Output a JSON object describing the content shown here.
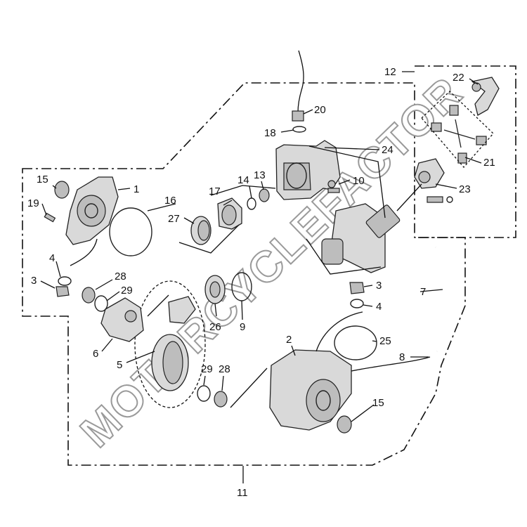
{
  "watermark": "MOTORCYCLEFACTOR",
  "labels": {
    "l1": "1",
    "l2": "2",
    "l3a": "3",
    "l3b": "3",
    "l4a": "4",
    "l4b": "4",
    "l5": "5",
    "l6": "6",
    "l7": "7",
    "l8": "8",
    "l9": "9",
    "l10": "10",
    "l11": "11",
    "l12": "12",
    "l13": "13",
    "l14": "14",
    "l15a": "15",
    "l15b": "15",
    "l16": "16",
    "l17": "17",
    "l18": "18",
    "l19": "19",
    "l20": "20",
    "l21": "21",
    "l22": "22",
    "l23": "23",
    "l24": "24",
    "l25": "25",
    "l26": "26",
    "l27": "27",
    "l28a": "28",
    "l28b": "28",
    "l29a": "29",
    "l29b": "29"
  }
}
